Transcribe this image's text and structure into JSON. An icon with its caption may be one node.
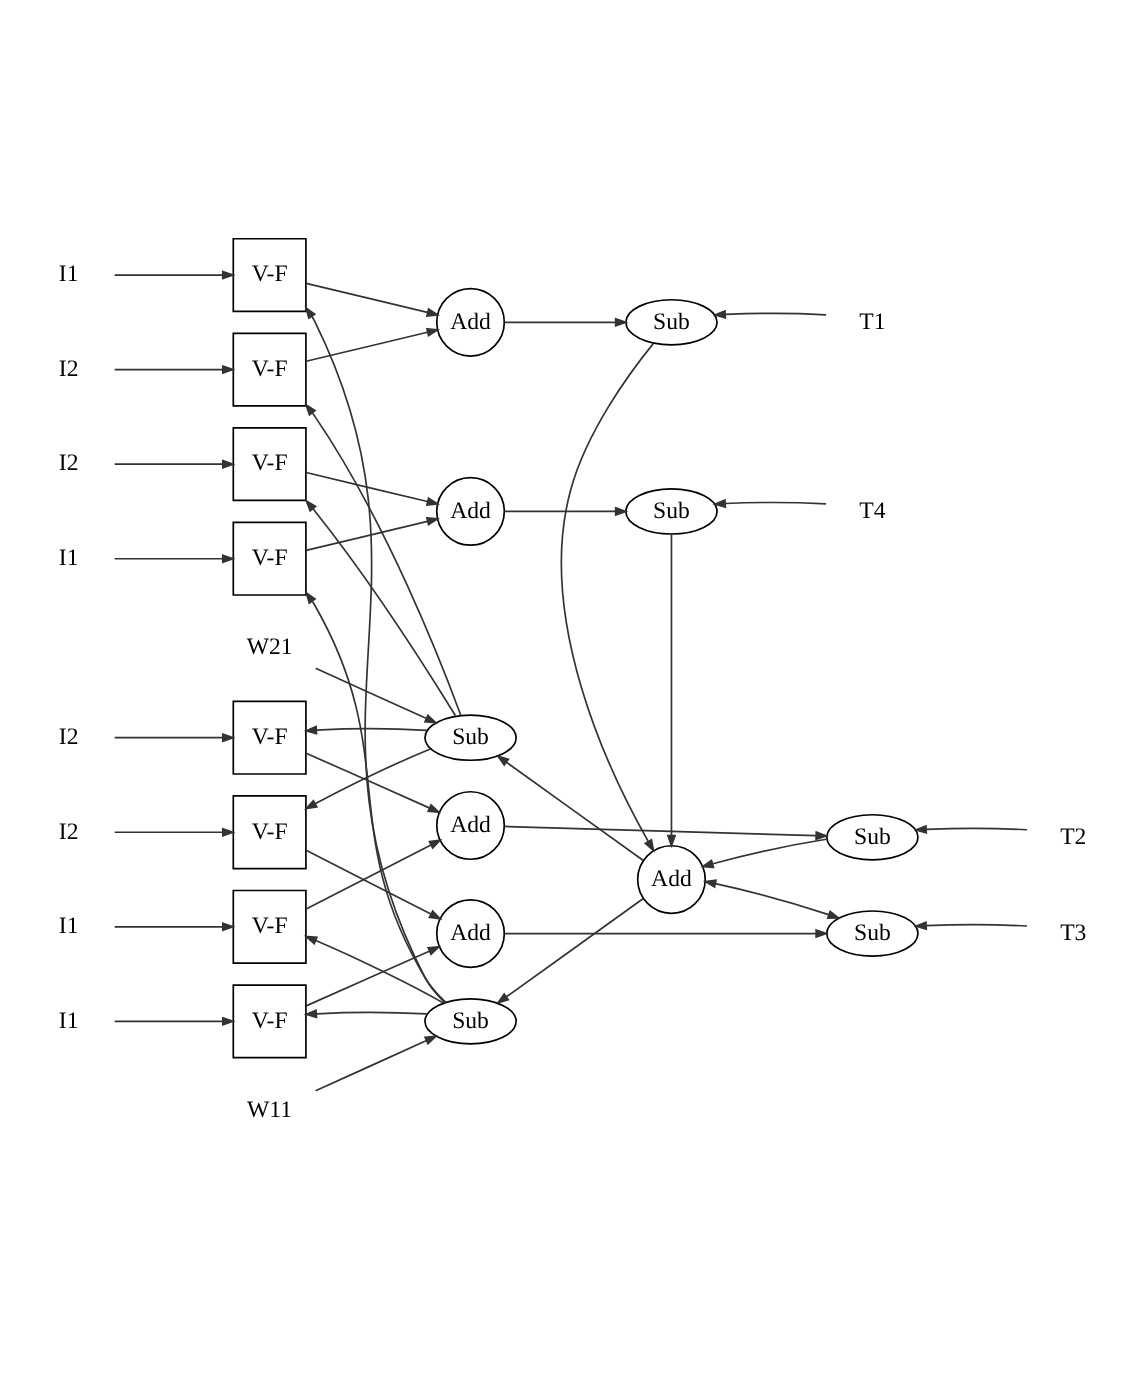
{
  "diagram": {
    "nodes": [
      {
        "text": [
          "I1"
        ]
      },
      {
        "text": [
          "I1"
        ]
      },
      {
        "text": [
          "I1"
        ]
      },
      {
        "text": [
          "I1"
        ]
      },
      {
        "text": [
          "W11"
        ]
      },
      {
        "text": [
          "I2"
        ]
      },
      {
        "text": [
          "I2"
        ]
      },
      {
        "text": [
          "I2"
        ]
      },
      {
        "text": [
          "I2"
        ]
      },
      {
        "text": [
          "W21"
        ]
      },
      {
        "text": [
          "V-F"
        ]
      },
      {
        "text": [
          "V-F"
        ]
      },
      {
        "text": [
          "V-F"
        ]
      },
      {
        "text": [
          "V-F"
        ]
      },
      {
        "text": [
          "V-F"
        ]
      },
      {
        "text": [
          "V-F"
        ]
      },
      {
        "text": [
          "V-F"
        ]
      },
      {
        "text": [
          "V-F"
        ]
      },
      {
        "text": [
          "Add"
        ]
      },
      {
        "text": [
          "Sub"
        ]
      },
      {
        "text": [
          "Add"
        ]
      },
      {
        "text": [
          "Add"
        ]
      },
      {
        "text": [
          "Sub"
        ]
      },
      {
        "text": [
          "Add"
        ]
      },
      {
        "text": [
          "Add"
        ]
      },
      {
        "text": [
          "Sub"
        ]
      },
      {
        "text": [
          "Sub"
        ]
      },
      {
        "text": [
          "Sub"
        ]
      },
      {
        "text": [
          "Sub"
        ]
      },
      {
        "text": [
          "T1"
        ]
      },
      {
        "text": [
          "T2"
        ]
      },
      {
        "text": [
          "T3"
        ]
      },
      {
        "text": [
          "T4"
        ]
      }
    ],
    "edges": [
      {
        "from": 0,
        "to": 10,
        "arrow": "to"
      },
      {
        "from": 1,
        "to": 11,
        "arrow": "to"
      },
      {
        "from": 2,
        "to": 12,
        "arrow": "to"
      },
      {
        "from": 3,
        "to": 13,
        "arrow": "to"
      },
      {
        "from": 5,
        "to": 14,
        "arrow": "to"
      },
      {
        "from": 6,
        "to": 15,
        "arrow": "to"
      },
      {
        "from": 7,
        "to": 16,
        "arrow": "to"
      },
      {
        "from": 8,
        "to": 17,
        "arrow": "to"
      },
      {
        "from": 4,
        "to": 19,
        "arrow": "to"
      },
      {
        "from": 9,
        "to": 22,
        "arrow": "to"
      },
      {
        "from": 10,
        "to": 18,
        "arrow": "to"
      },
      {
        "from": 14,
        "to": 18,
        "arrow": "to"
      },
      {
        "from": 11,
        "to": 20,
        "arrow": "to"
      },
      {
        "from": 15,
        "to": 20,
        "arrow": "to"
      },
      {
        "from": 12,
        "to": 21,
        "arrow": "to"
      },
      {
        "from": 16,
        "to": 21,
        "arrow": "to"
      },
      {
        "from": 13,
        "to": 23,
        "arrow": "to"
      },
      {
        "from": 17,
        "to": 23,
        "arrow": "to"
      },
      {
        "from": 19,
        "to": 10,
        "arrow": "to"
      },
      {
        "from": 19,
        "to": 11,
        "arrow": "to"
      },
      {
        "from": 19,
        "to": 12,
        "arrow": "to"
      },
      {
        "from": 19,
        "to": 13,
        "arrow": "to"
      },
      {
        "from": 22,
        "to": 14,
        "arrow": "to"
      },
      {
        "from": 22,
        "to": 15,
        "arrow": "to"
      },
      {
        "from": 22,
        "to": 16,
        "arrow": "to"
      },
      {
        "from": 22,
        "to": 17,
        "arrow": "to"
      },
      {
        "from": 18,
        "to": 25,
        "arrow": "to"
      },
      {
        "from": 20,
        "to": 26,
        "arrow": "to"
      },
      {
        "from": 21,
        "to": 27,
        "arrow": "to"
      },
      {
        "from": 23,
        "to": 28,
        "arrow": "to"
      },
      {
        "from": 29,
        "to": 25,
        "arrow": "to"
      },
      {
        "from": 30,
        "to": 26,
        "arrow": "to"
      },
      {
        "from": 31,
        "to": 27,
        "arrow": "to"
      },
      {
        "from": 32,
        "to": 28,
        "arrow": "to"
      },
      {
        "from": 25,
        "to": 24,
        "arrow": "to"
      },
      {
        "from": 26,
        "to": 24,
        "arrow": "to"
      },
      {
        "from": 27,
        "to": 24,
        "arrow": "both"
      },
      {
        "from": 28,
        "to": 24,
        "arrow": "to"
      },
      {
        "from": 24,
        "to": 19,
        "arrow": "to"
      },
      {
        "from": 24,
        "to": 22,
        "arrow": "to"
      }
    ]
  }
}
